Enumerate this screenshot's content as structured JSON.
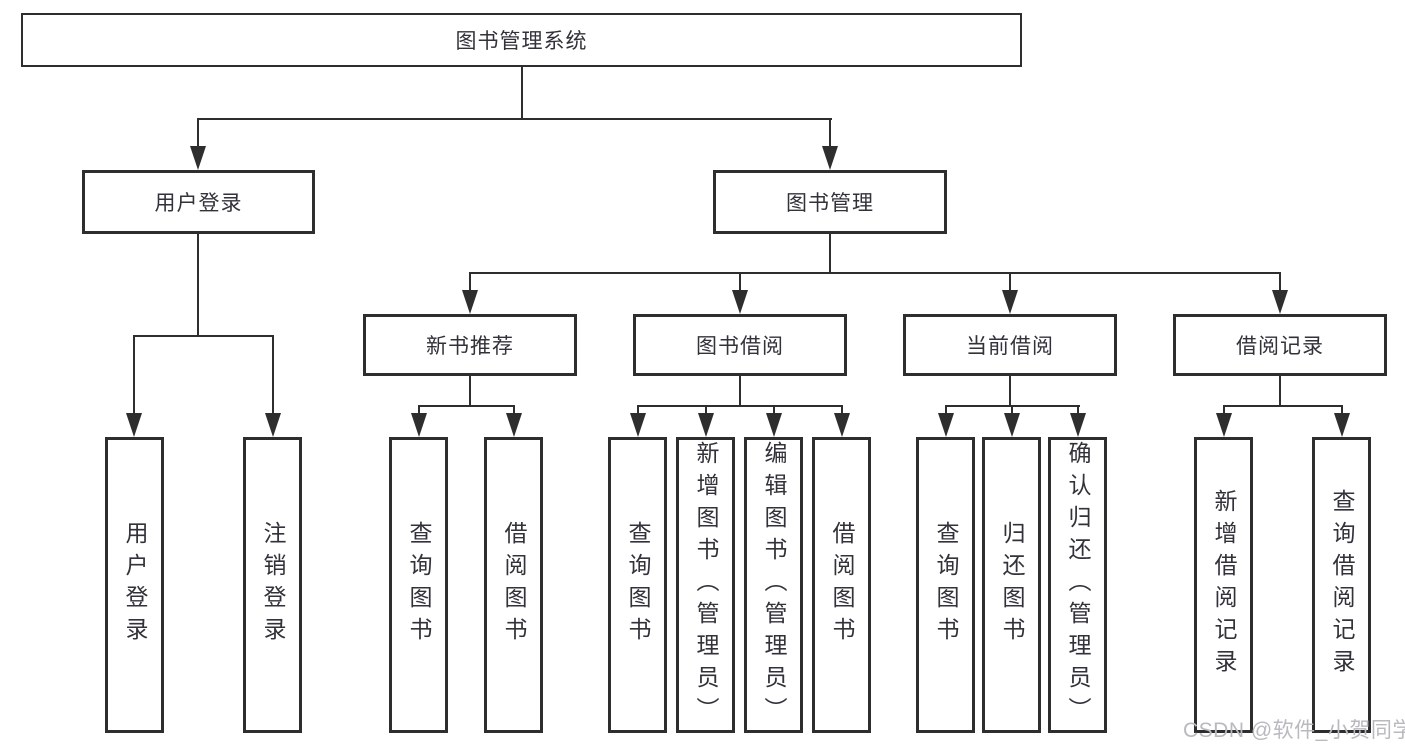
{
  "colors": {
    "line": "#2e2e2e",
    "text": "#32323a",
    "background": "#ffffff",
    "watermark": "#b9b9bf"
  },
  "diagram": {
    "root": "图书管理系统",
    "level2": [
      "用户登录",
      "图书管理"
    ],
    "level3": [
      "新书推荐",
      "图书借阅",
      "当前借阅",
      "借阅记录"
    ],
    "leaves_user_login": [
      "用户登录",
      "注销登录"
    ],
    "leaves_new_books": [
      "查询图书",
      "借阅图书"
    ],
    "leaves_book_borrow": [
      "查询图书",
      "新增图书（管理员）",
      "编辑图书（管理员）",
      "借阅图书"
    ],
    "leaves_current_borrow": [
      "查询图书",
      "归还图书",
      "确认归还（管理员）"
    ],
    "leaves_borrow_records": [
      "新增借阅记录",
      "查询借阅记录"
    ]
  },
  "watermark": "CSDN @软件_小贺同学"
}
